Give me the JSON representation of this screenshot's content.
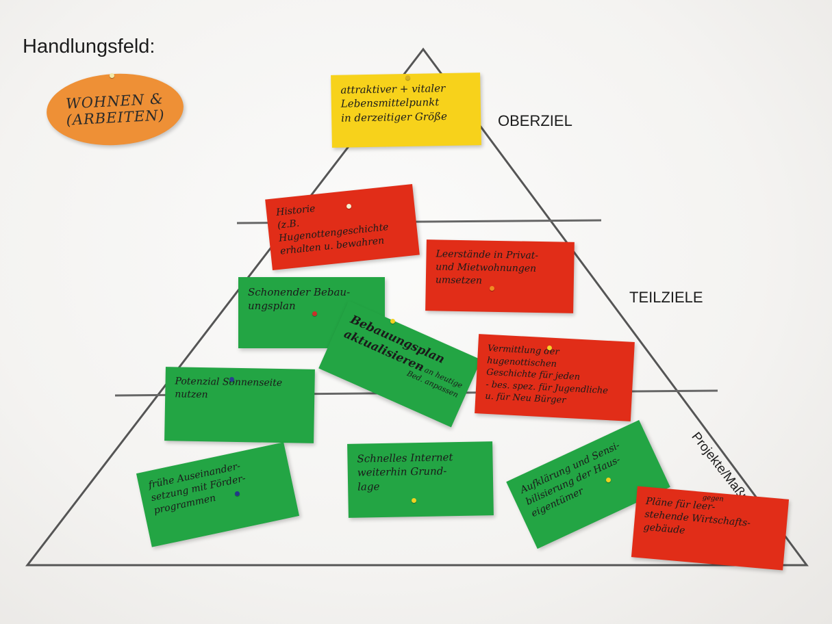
{
  "heading": "Handlungsfeld:",
  "oval_tag": {
    "line1": "WOHNEN &",
    "line2": "(ARBEITEN)"
  },
  "levels": {
    "top": "OBERZIEL",
    "middle": "TEILZIELE",
    "bottom": "Projekte/Maßnahmen"
  },
  "cards": [
    {
      "text": "attraktiver + vitaler\nLebensmittelpunkt\nin derzeitiger Größe"
    },
    {
      "text": "Historie\n(z.B. Hugenottengeschichte\nerhalten u. bewahren"
    },
    {
      "text": "Leerstände in Privat-\nund Mietwohnungen\numsetzen"
    },
    {
      "text": "Schonender Bebau-\nungsplan"
    },
    {
      "text": "Bebauungsplan\naktualisieren",
      "note": "→ an heutige\nBed. anpassen"
    },
    {
      "text": "Vermittlung der\nhugenottischen\nGeschichte für jeden\n- bes. spez. für Jugendliche\nu. für Neu Bürger"
    },
    {
      "text": "Potenzial Sonnenseite\nnutzen"
    },
    {
      "text": "frühe Auseinander-\nsetzung mit Förder-\nprogrammen"
    },
    {
      "text": "Schnelles Internet\nweiterhin Grund-\nlage"
    },
    {
      "text": "Aufklärung und Sensi-\nbilisierung der Haus-\neigentümer"
    },
    {
      "text": "Pläne für leer-\nstehende Wirtschafts-\ngebäude",
      "note": "gegen"
    }
  ],
  "colors": {
    "yellow": "#f7d21b",
    "red": "#e12d18",
    "green": "#23a544",
    "orange": "#ee9036"
  }
}
